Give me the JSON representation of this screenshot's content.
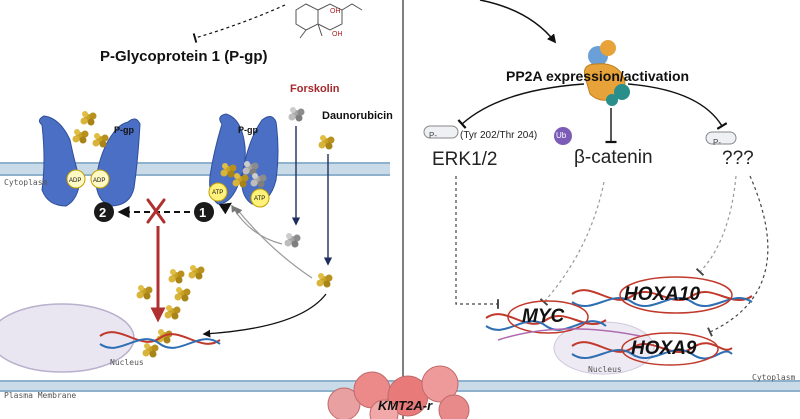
{
  "labels": {
    "pgp_title": "P-Glycoprotein 1 (P-gp)",
    "pgp_short": "P-gp",
    "adp": "ADP",
    "atp": "ATP",
    "forskolin": "Forskolin",
    "daunorubicin": "Daunorubicin",
    "cytoplasm": "Cytoplasm",
    "plasma_membrane": "Plasma Membrane",
    "nucleus": "Nucleus",
    "pp2a_title": "PP2A expression/activation",
    "p_tag": "P-",
    "erk_sites": "(Tyr 202/Thr 204)",
    "erk_name": "ERK1/2",
    "ub": "Ub",
    "beta_catenin": "β-catenin",
    "unknown": "???",
    "myc": "MYC",
    "hoxa10": "HOXA10",
    "hoxa9": "HOXA9",
    "kmt2a": "KMT2A-r",
    "step1": "1",
    "step2": "2"
  },
  "colors": {
    "membrane": "#b8cfe0",
    "pgp_blue": "#4a6fc4",
    "drug_gold": "#c9a227",
    "forskolin_grey": "#9a9a9a",
    "inhibit_red": "#b03030",
    "dna_red": "#c0392b",
    "dna_blue": "#2e6fb3",
    "cancer_pink": "#e87a7a",
    "pp2a_orange": "#e8a23a",
    "pp2a_teal": "#2a8f8a"
  }
}
